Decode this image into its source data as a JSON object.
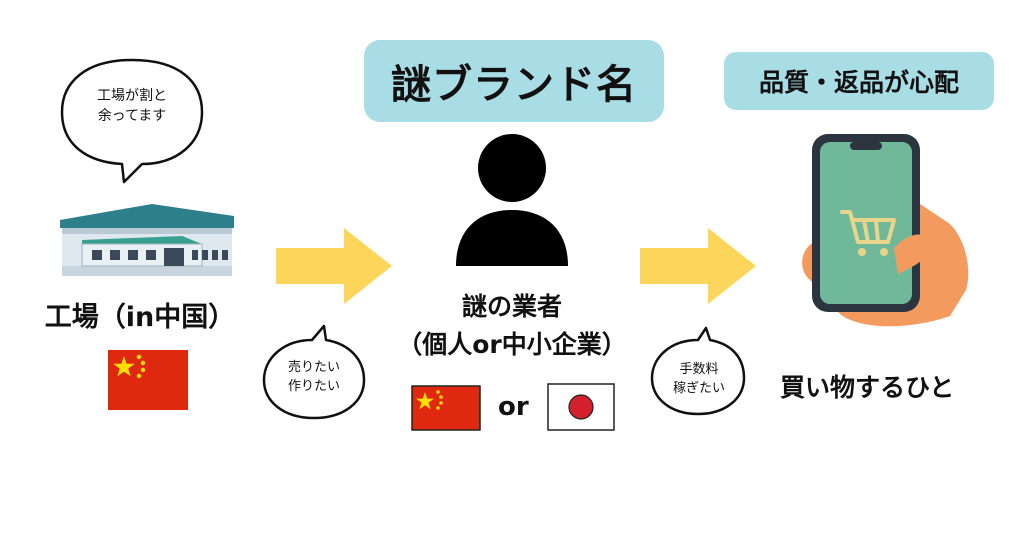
{
  "title": "謎ブランド名",
  "worry": "品質・返品が心配",
  "factory": {
    "bubble_line1": "工場が割と",
    "bubble_line2": "余ってます",
    "label": "工場（in中国）"
  },
  "seller": {
    "bubble_line1": "売りたい",
    "bubble_line2": "作りたい",
    "label_line1": "謎の業者",
    "label_line2": "（個人or中小企業）",
    "or": "or"
  },
  "platform": {
    "bubble_line1": "手数料",
    "bubble_line2": "稼ぎたい"
  },
  "shopper": {
    "label": "買い物するひと"
  },
  "colors": {
    "title_bg": "#a9dde6",
    "arrow": "#fcd65a",
    "china_red": "#de2910",
    "china_star": "#ffde00",
    "japan_red": "#d3202c",
    "phone_screen": "#6fb99a",
    "hand": "#f39a5f"
  }
}
